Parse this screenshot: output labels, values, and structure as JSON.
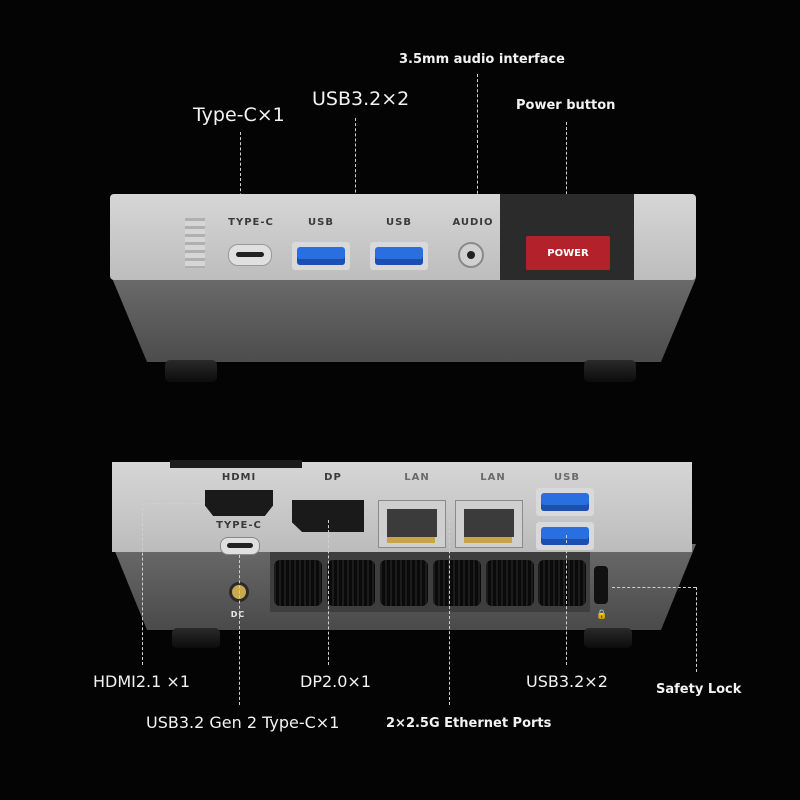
{
  "top_unit": {
    "callouts": {
      "typec": "Type-C×1",
      "usb": "USB3.2×2",
      "audio": "3.5mm audio interface",
      "power": "Power button"
    },
    "port_labels": [
      "TYPE-C",
      "USB",
      "USB",
      "AUDIO"
    ],
    "power_button_label": "POWER"
  },
  "bottom_unit": {
    "port_labels": {
      "hdmi": "HDMI",
      "dp": "DP",
      "lan1": "LAN",
      "lan2": "LAN",
      "usb": "USB",
      "typec": "TYPE-C",
      "dc": "DC"
    },
    "callouts": {
      "hdmi": "HDMI2.1 ×1",
      "dp": "DP2.0×1",
      "usb": "USB3.2×2",
      "safety": "Safety Lock",
      "typec": "USB3.2 Gen 2 Type-C×1",
      "ethernet": "2×2.5G Ethernet Ports"
    }
  },
  "colors": {
    "background": "#040404",
    "panel": "#c9c9c9",
    "body": "#5c5c5c",
    "power_button": "#b3222a",
    "usb_blue": "#2a6fe0"
  }
}
